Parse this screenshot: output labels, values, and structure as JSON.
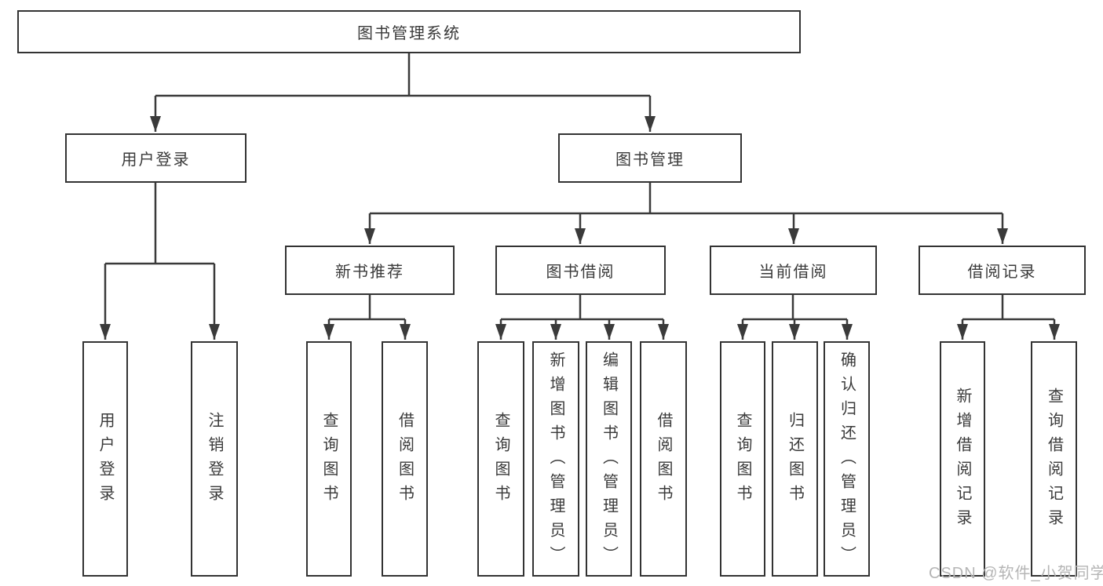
{
  "tree": {
    "label": "图书管理系统",
    "children": [
      {
        "label": "用户登录",
        "children": [
          {
            "label": "用户登录"
          },
          {
            "label": "注销登录"
          }
        ]
      },
      {
        "label": "图书管理",
        "children": [
          {
            "label": "新书推荐",
            "children": [
              {
                "label": "查询图书"
              },
              {
                "label": "借阅图书"
              }
            ]
          },
          {
            "label": "图书借阅",
            "children": [
              {
                "label": "查询图书"
              },
              {
                "label": "新增图书（管理员）"
              },
              {
                "label": "编辑图书（管理员）"
              },
              {
                "label": "借阅图书"
              }
            ]
          },
          {
            "label": "当前借阅",
            "children": [
              {
                "label": "查询图书"
              },
              {
                "label": "归还图书"
              },
              {
                "label": "确认归还（管理员）"
              }
            ]
          },
          {
            "label": "借阅记录",
            "children": [
              {
                "label": "新增借阅记录"
              },
              {
                "label": "查询借阅记录"
              }
            ]
          }
        ]
      }
    ]
  },
  "watermark": {
    "text": "CSDN @软件_小贺同学"
  },
  "colors": {
    "line": "#3a3a3a",
    "box_border": "#333333",
    "text": "#3a3a3a",
    "watermark": "#b5b5b5",
    "background": "#ffffff"
  }
}
